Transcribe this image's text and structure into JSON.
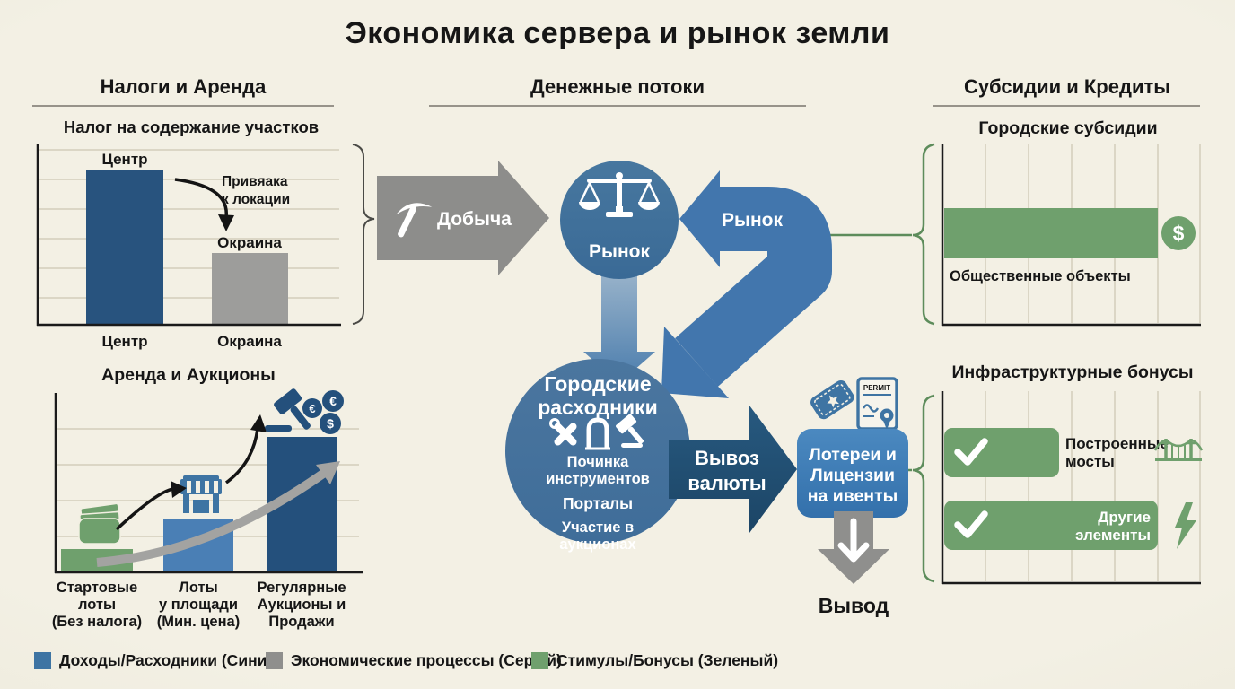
{
  "title": "Экономика сервера и рынок земли",
  "columns": {
    "left": {
      "header": "Налоги и Аренда"
    },
    "middle": {
      "header": "Денежные потоки"
    },
    "right": {
      "header": "Субсидии и Кредиты"
    }
  },
  "tax_chart": {
    "title": "Налог на содержание участков",
    "bar1_top_label": "Центр",
    "bar2_top_label": "Окраина",
    "bar1_axis_label": "Центр",
    "bar2_axis_label": "Окраина",
    "annotation_line1": "Привяака",
    "annotation_line2": "к локации"
  },
  "auction_chart": {
    "title": "Аренда и Аукционы",
    "cat1_line1": "Стартовые",
    "cat1_line2": "лоты",
    "cat1_line3": "(Без налога)",
    "cat2_line1": "Лоты",
    "cat2_line2": "у площади",
    "cat2_line3": "(Мин. цена)",
    "cat3_line1": "Регулярные",
    "cat3_line2": "Аукционы и",
    "cat3_line3": "Продажи",
    "coin1": "€",
    "coin2": "€",
    "coin3": "$"
  },
  "flow": {
    "mining_label": "Добыча",
    "market_node_label": "Рынок",
    "market_arrow_label": "Рынок",
    "consumables_title_line1": "Городские",
    "consumables_title_line2": "расходники",
    "item1_line1": "Починка",
    "item1_line2": "инструментов",
    "item2": "Порталы",
    "item3_line1": "Участие в",
    "item3_line2": "аукционах",
    "export_line1": "Вывоз",
    "export_line2": "валюты",
    "lottery_line1": "Лотереи и",
    "lottery_line2": "Лицензии",
    "lottery_line3": "на ивенты",
    "permit_text": "PERMIT",
    "withdraw_label": "Вывод"
  },
  "subsidy_chart": {
    "title": "Городские субсидии",
    "bar_label": "Общественные объекты",
    "dollar_symbol": "$"
  },
  "infra_chart": {
    "title": "Инфраструктурные бонусы",
    "bar1_line1": "Построенные",
    "bar1_line2": "мосты",
    "bar2_line1": "Другие",
    "bar2_line2": "элементы"
  },
  "legend": {
    "items": [
      {
        "color": "#3e74a3",
        "label": "Доходы/Расходники (Синий)"
      },
      {
        "color": "#8f8f8d",
        "label": "Экономические процессы (Серый)"
      },
      {
        "color": "#6fa06d",
        "label": "Стимулы/Бонусы (Зеленый)"
      }
    ]
  },
  "colors": {
    "background": "#f1eee1",
    "navy": "#24507c",
    "medium_blue": "#4a7fb5",
    "steel_blue": "#3e74a3",
    "node_blue": "#41719d",
    "dark_navy": "#1d4a70",
    "gray": "#8f8f8d",
    "green": "#6fa06d",
    "brace_green": "#5d8c5b",
    "text": "#161616"
  },
  "chart_data": [
    {
      "type": "bar",
      "title": "Налог на содержание участков",
      "categories": [
        "Центр",
        "Окраина"
      ],
      "values": [
        85,
        40
      ],
      "unit": "relative_height_percent",
      "annotation": "Привяака к локации",
      "colors": [
        "#28537e",
        "#9d9d9b"
      ],
      "grid": "horizontal"
    },
    {
      "type": "bar",
      "title": "Аренда и Аукционы",
      "categories": [
        "Стартовые лоты (Без налога)",
        "Лоты у площади (Мин. цена)",
        "Регулярные Аукционы и Продажи"
      ],
      "values": [
        13,
        30,
        75
      ],
      "unit": "relative_height_percent",
      "colors": [
        "#6fa06d",
        "#4a7fb5",
        "#24507c"
      ],
      "grid": "horizontal"
    },
    {
      "type": "bar",
      "orientation": "horizontal",
      "title": "Городские субсидии",
      "categories": [
        "Общественные объекты"
      ],
      "values": [
        84
      ],
      "unit": "relative_width_percent",
      "colors": [
        "#6fa06d"
      ],
      "grid": "vertical"
    },
    {
      "type": "bar",
      "orientation": "horizontal",
      "title": "Инфраструктурные бонусы",
      "categories": [
        "Построенные мосты",
        "Другие элементы"
      ],
      "values": [
        45,
        84
      ],
      "unit": "relative_width_percent",
      "colors": [
        "#6fa06d",
        "#6fa06d"
      ],
      "grid": "vertical"
    }
  ]
}
